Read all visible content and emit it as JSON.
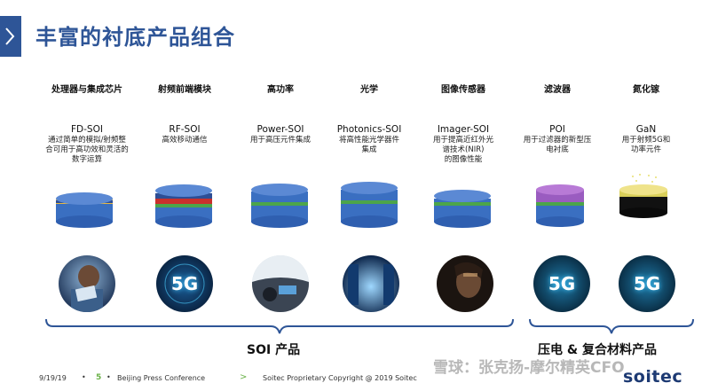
{
  "title": "丰富的衬底产品组合",
  "columns": [
    {
      "category": "处理器与集成芯片",
      "product": "FD-SOI",
      "desc": [
        "通过简单的模拟/射频整",
        "合可用于高功效和灵活的",
        "数字运算"
      ]
    },
    {
      "category": "射频前端模块",
      "product": "RF-SOI",
      "desc": [
        "高效移动通信"
      ]
    },
    {
      "category": "高功率",
      "product": "Power-SOI",
      "desc": [
        "用于高压元件集成"
      ]
    },
    {
      "category": "光学",
      "product": "Photonics-SOI",
      "desc": [
        "将高性能光学器件",
        "集成"
      ]
    },
    {
      "category": "图像传感器",
      "product": "Imager-SOI",
      "desc": [
        "用于提高近红外光",
        "谱技术(NIR)",
        "的图像性能"
      ]
    },
    {
      "category": "滤波器",
      "product": "POI",
      "desc": [
        "用于过滤器的新型压",
        "电衬底"
      ]
    },
    {
      "category": "氮化镓",
      "product": "GaN",
      "desc": [
        "用于射频5G和",
        "功率元件"
      ]
    }
  ],
  "photos": [
    {
      "label": ""
    },
    {
      "label": "5G"
    },
    {
      "label": ""
    },
    {
      "label": ""
    },
    {
      "label": ""
    },
    {
      "label": "5G"
    },
    {
      "label": "5G"
    }
  ],
  "groups": {
    "soi": "SOI 产品",
    "piezo": "压电 & 复合材料产品"
  },
  "footer": {
    "date": "9/19/19",
    "page": "5",
    "event": "Beijing Press Conference",
    "copyright": "Soitec Proprietary Copyright @ 2019 Soitec"
  },
  "watermark": "雪球：张克扬-摩尔精英CFO",
  "logo": "soitec",
  "colors": {
    "title": "#2e5597",
    "accent_green": "#6bb24a",
    "bracket_blue": "#2e5597"
  }
}
